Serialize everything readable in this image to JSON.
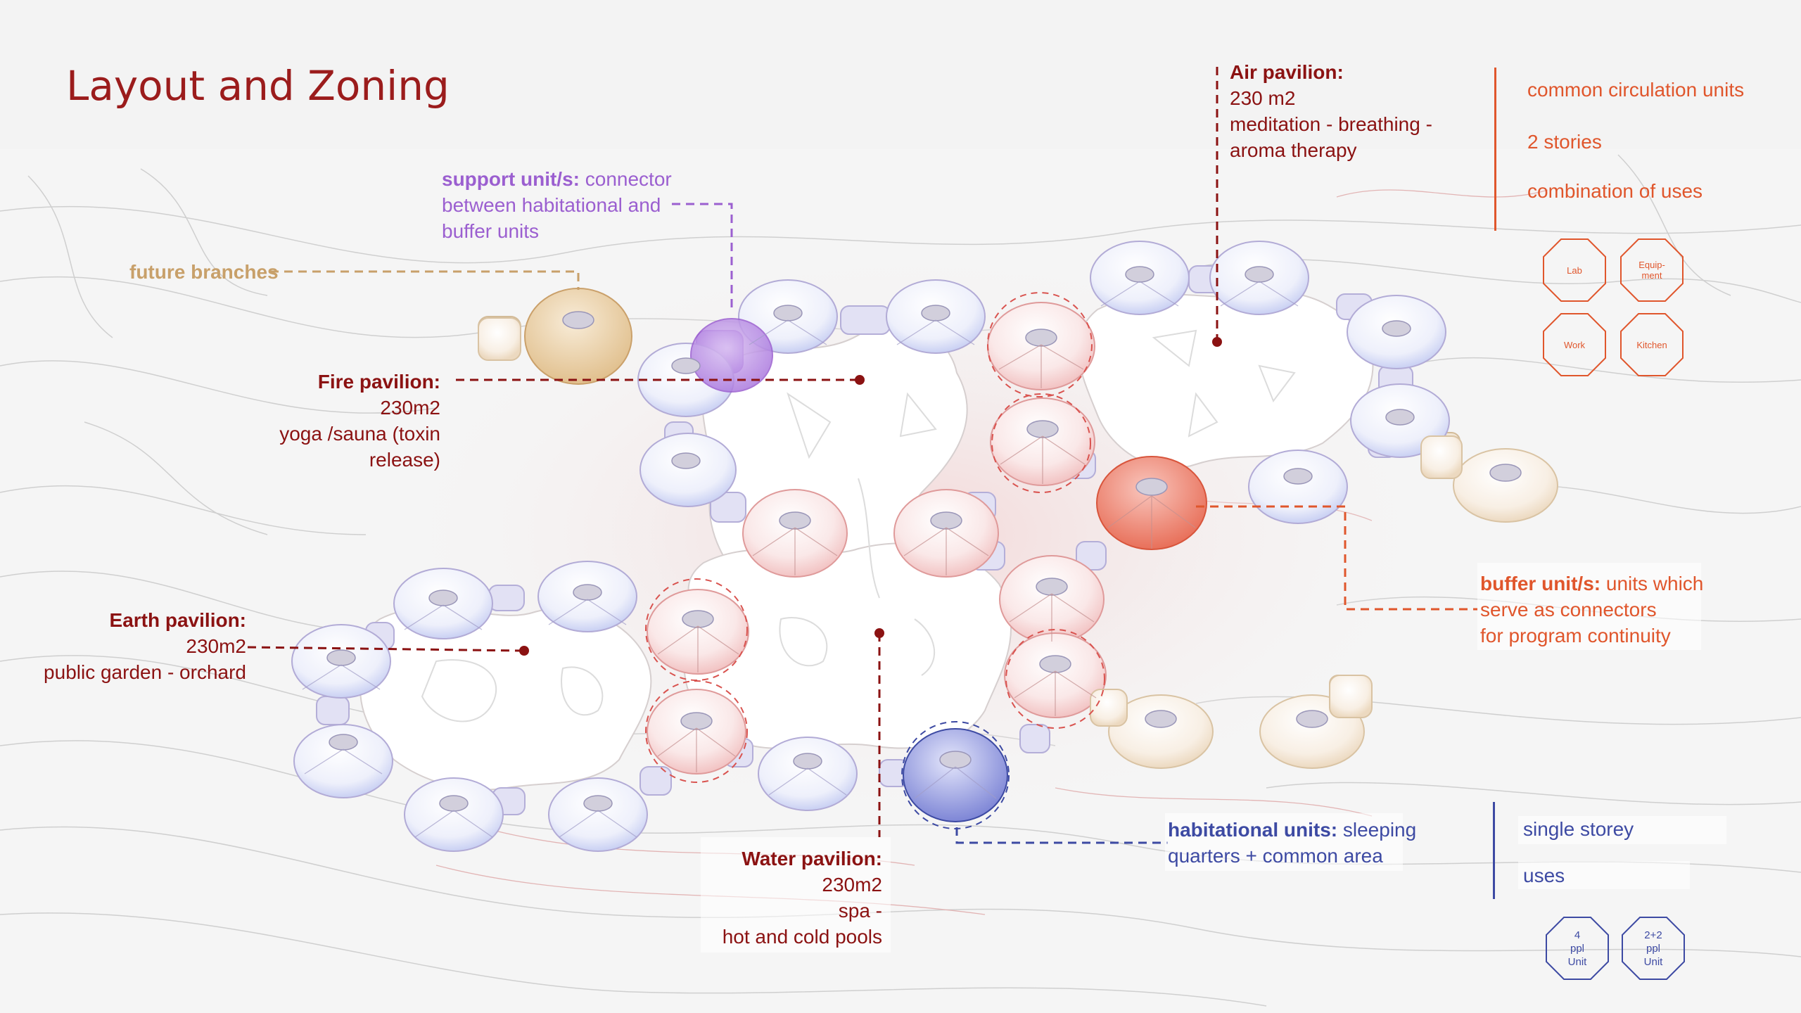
{
  "title": "Layout and Zoning",
  "labels": {
    "air": {
      "head": "Air pavilion:",
      "l1": "230 m2",
      "l2": "meditation - breathing -",
      "l3": "aroma therapy"
    },
    "support": {
      "head": "support unit/s:",
      "rest": " connector",
      "l2": "between habitational and",
      "l3": "buffer units"
    },
    "future": "future branches",
    "fire": {
      "head": "Fire pavilion:",
      "l1": "230m2",
      "l2": "yoga /sauna (toxin",
      "l3": "release)"
    },
    "earth": {
      "head": "Earth pavilion:",
      "l1": "230m2",
      "l2": "public garden - orchard"
    },
    "water": {
      "head": "Water pavilion:",
      "l1": "230m2",
      "l2": "spa -",
      "l3": "hot and cold pools"
    },
    "buffer": {
      "head": "buffer unit/s:",
      "rest": " units which",
      "l2": "serve as connectors",
      "l3": "for program continuity"
    },
    "habitational": {
      "head": "habitational units:",
      "rest": " sleeping",
      "l2": "quarters + common area"
    }
  },
  "legend_common": {
    "items": [
      "common circulation units",
      "2 stories",
      "combination of uses"
    ],
    "octagons": [
      "Lab",
      "Equip-\nment",
      "Work",
      "Kitchen"
    ]
  },
  "legend_single": {
    "items": [
      "single storey",
      "uses"
    ],
    "octagons": [
      "4\nppl\nUnit",
      "2+2\nppl\nUnit"
    ]
  },
  "colors": {
    "title": "#9b1c1c",
    "dark_red": "#8b1212",
    "purple": "#9b5fd0",
    "gold": "#c8a06a",
    "orange": "#e0562c",
    "navy": "#3d4aa3"
  }
}
